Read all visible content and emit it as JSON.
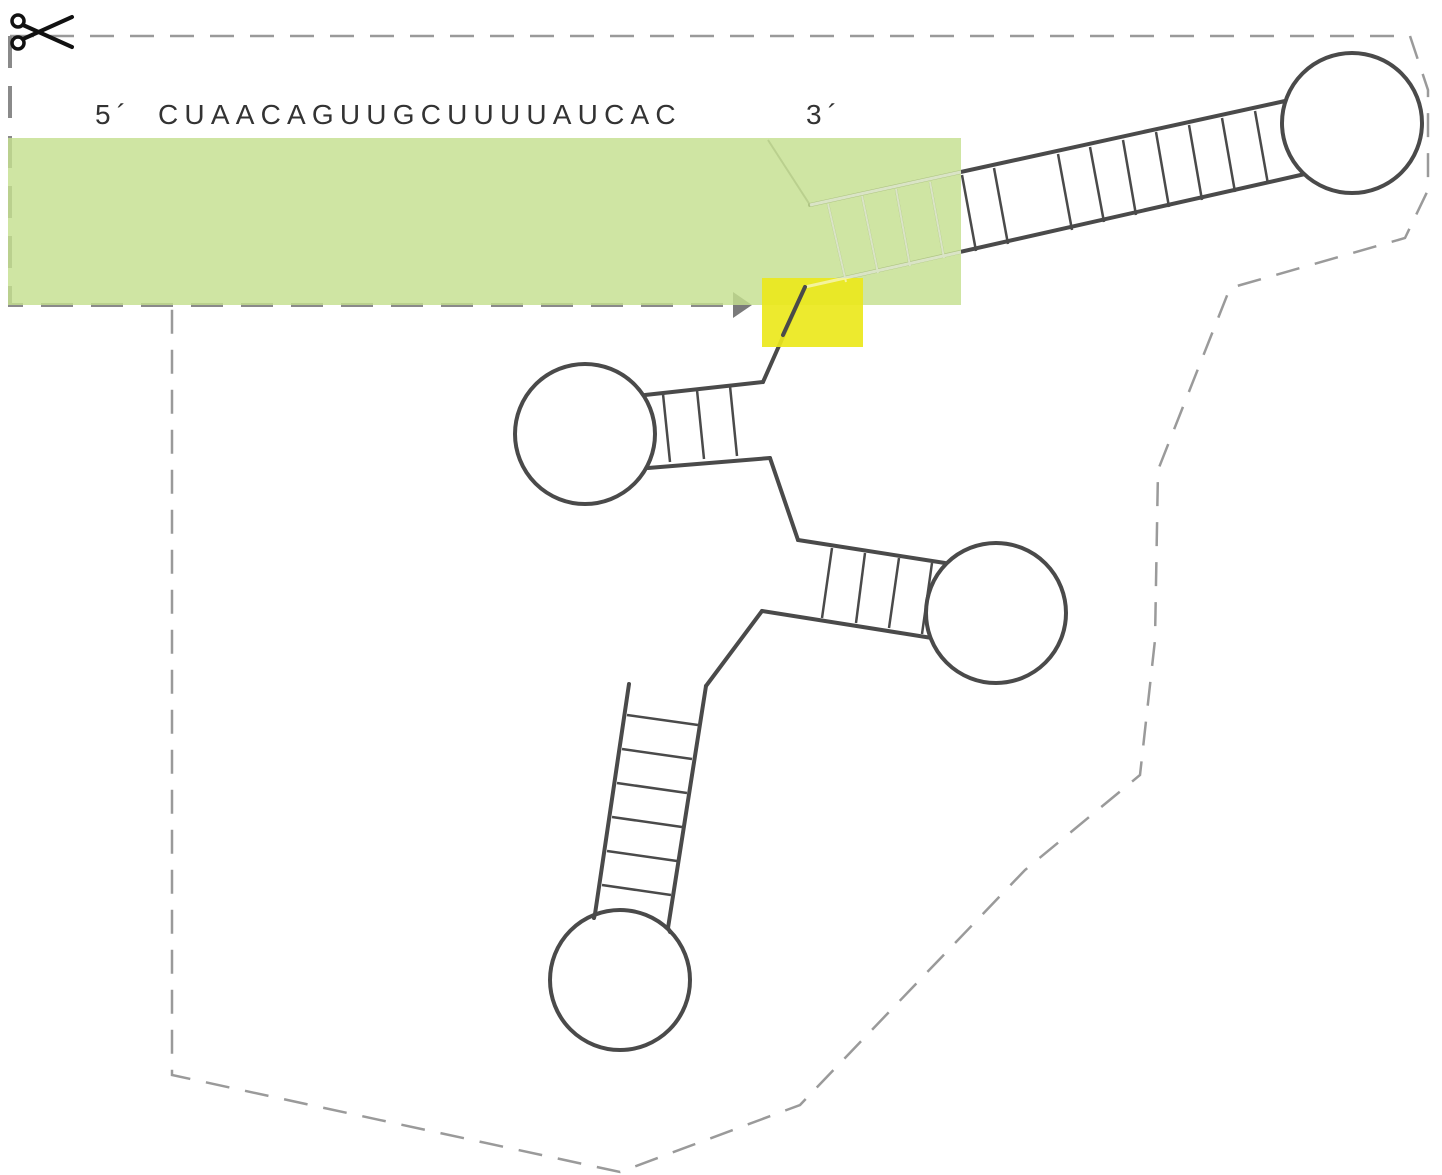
{
  "sequence": {
    "five_prime": "5´",
    "bases": "CUAACAGUUGCUUUUAUCAC",
    "three_prime": "3´"
  },
  "icons": {
    "scissors": "scissors-icon",
    "arrow": "arrow-right-icon"
  },
  "colors": {
    "guide_highlight": "#c5df8f",
    "pam_highlight": "#ebe81c",
    "rna_stroke": "#4a4a4a",
    "dashed_outline": "#9a9a9a"
  }
}
